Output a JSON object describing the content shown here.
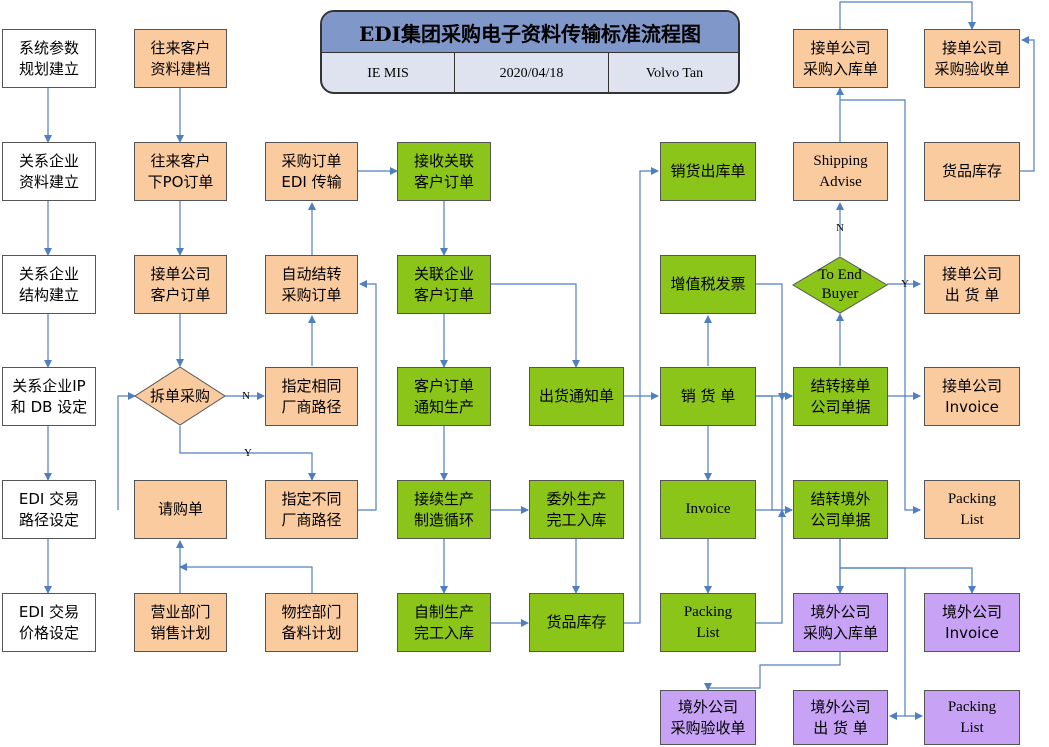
{
  "header": {
    "title": "EDI集团采购电子资料传输标准流程图",
    "department": "IE MIS",
    "date": "2020/04/18",
    "author": "Volvo Tan"
  },
  "colors": {
    "white": "#ffffff",
    "orange": "#fbcba0",
    "green": "#8cc51a",
    "purple": "#c7a2f5",
    "connector": "#4f7fc0",
    "title_bar": "#7f97c9"
  },
  "nodes": {
    "sys_param": "系统参数\n规划建立",
    "rel_data": "关系企业\n资料建立",
    "rel_struct": "关系企业\n结构建立",
    "rel_ip": "关系企业IP\n和 DB 设定",
    "edi_route": "EDI 交易\n路径设定",
    "edi_price": "EDI 交易\n价格设定",
    "cust_file": "往来客户\n资料建档",
    "cust_po": "往来客户\n下PO订单",
    "recv_co_order": "接单公司\n客户订单",
    "split_purchase": "拆单采购",
    "requisition": "请购单",
    "sales_plan": "营业部门\n销售计划",
    "mat_plan": "物控部门\n备料计划",
    "po_edi": "采购订单\nEDI 传输",
    "auto_po": "自动结转\n采购订单",
    "same_vendor": "指定相同\n厂商路径",
    "diff_vendor": "指定不同\n厂商路径",
    "recv_rel_order": "接收关联\n客户订单",
    "rel_order": "关联企业\n客户订单",
    "notify_prod": "客户订单\n通知生产",
    "cont_prod": "接续生产\n制造循环",
    "self_prod": "自制生产\n完工入库",
    "ship_notice": "出货通知单",
    "outsource": "委外生产\n完工入库",
    "inventory_mid": "货品库存",
    "sales_out": "销货出库单",
    "vat_invoice": "增值税发票",
    "sales_doc": "销  货  单",
    "invoice": "Invoice",
    "packing_mid": "Packing\nList",
    "shipping_advise": "Shipping\nAdvise",
    "to_end_buyer": "To End\nBuyer",
    "transfer_recv": "结转接单\n公司单据",
    "transfer_overseas": "结转境外\n公司单据",
    "recv_purchase_in": "接单公司\n采购入库单",
    "recv_inspect": "接单公司\n采购验收单",
    "inventory_right": "货品库存",
    "recv_ship": "接单公司\n出  货  单",
    "recv_invoice": "接单公司\nInvoice",
    "packing_right": "Packing\nList",
    "ov_purchase_in": "境外公司\n采购入库单",
    "ov_invoice": "境外公司\nInvoice",
    "ov_inspect": "境外公司\n采购验收单",
    "ov_ship": "境外公司\n出  货  单",
    "ov_packing": "Packing\nList"
  },
  "labels": {
    "split_no": "N",
    "split_yes": "Y",
    "end_no": "N",
    "end_yes": "Y"
  }
}
